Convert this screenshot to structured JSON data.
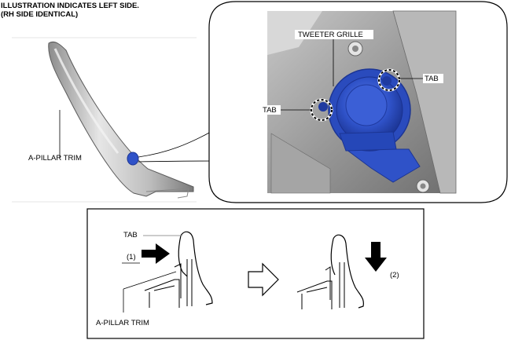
{
  "header": {
    "line1": "ILLUSTRATION INDICATES LEFT SIDE.",
    "line2": "(RH SIDE IDENTICAL)"
  },
  "labels": {
    "a_pillar_trim_main": "A-PILLAR TRIM",
    "tweeter_grille": "TWEETER GRILLE",
    "tab_right": "TAB",
    "tab_left": "TAB",
    "tab_lower": "TAB",
    "step_1": "(1)",
    "step_2": "(2)",
    "a_pillar_trim_lower": "A-PILLAR TRIM"
  },
  "colors": {
    "grille_blue": "#2f52c8",
    "grille_blue_dark": "#1c3594",
    "trim_gray": "#cfcfcf",
    "photo_bg": "#8a8a8a"
  }
}
